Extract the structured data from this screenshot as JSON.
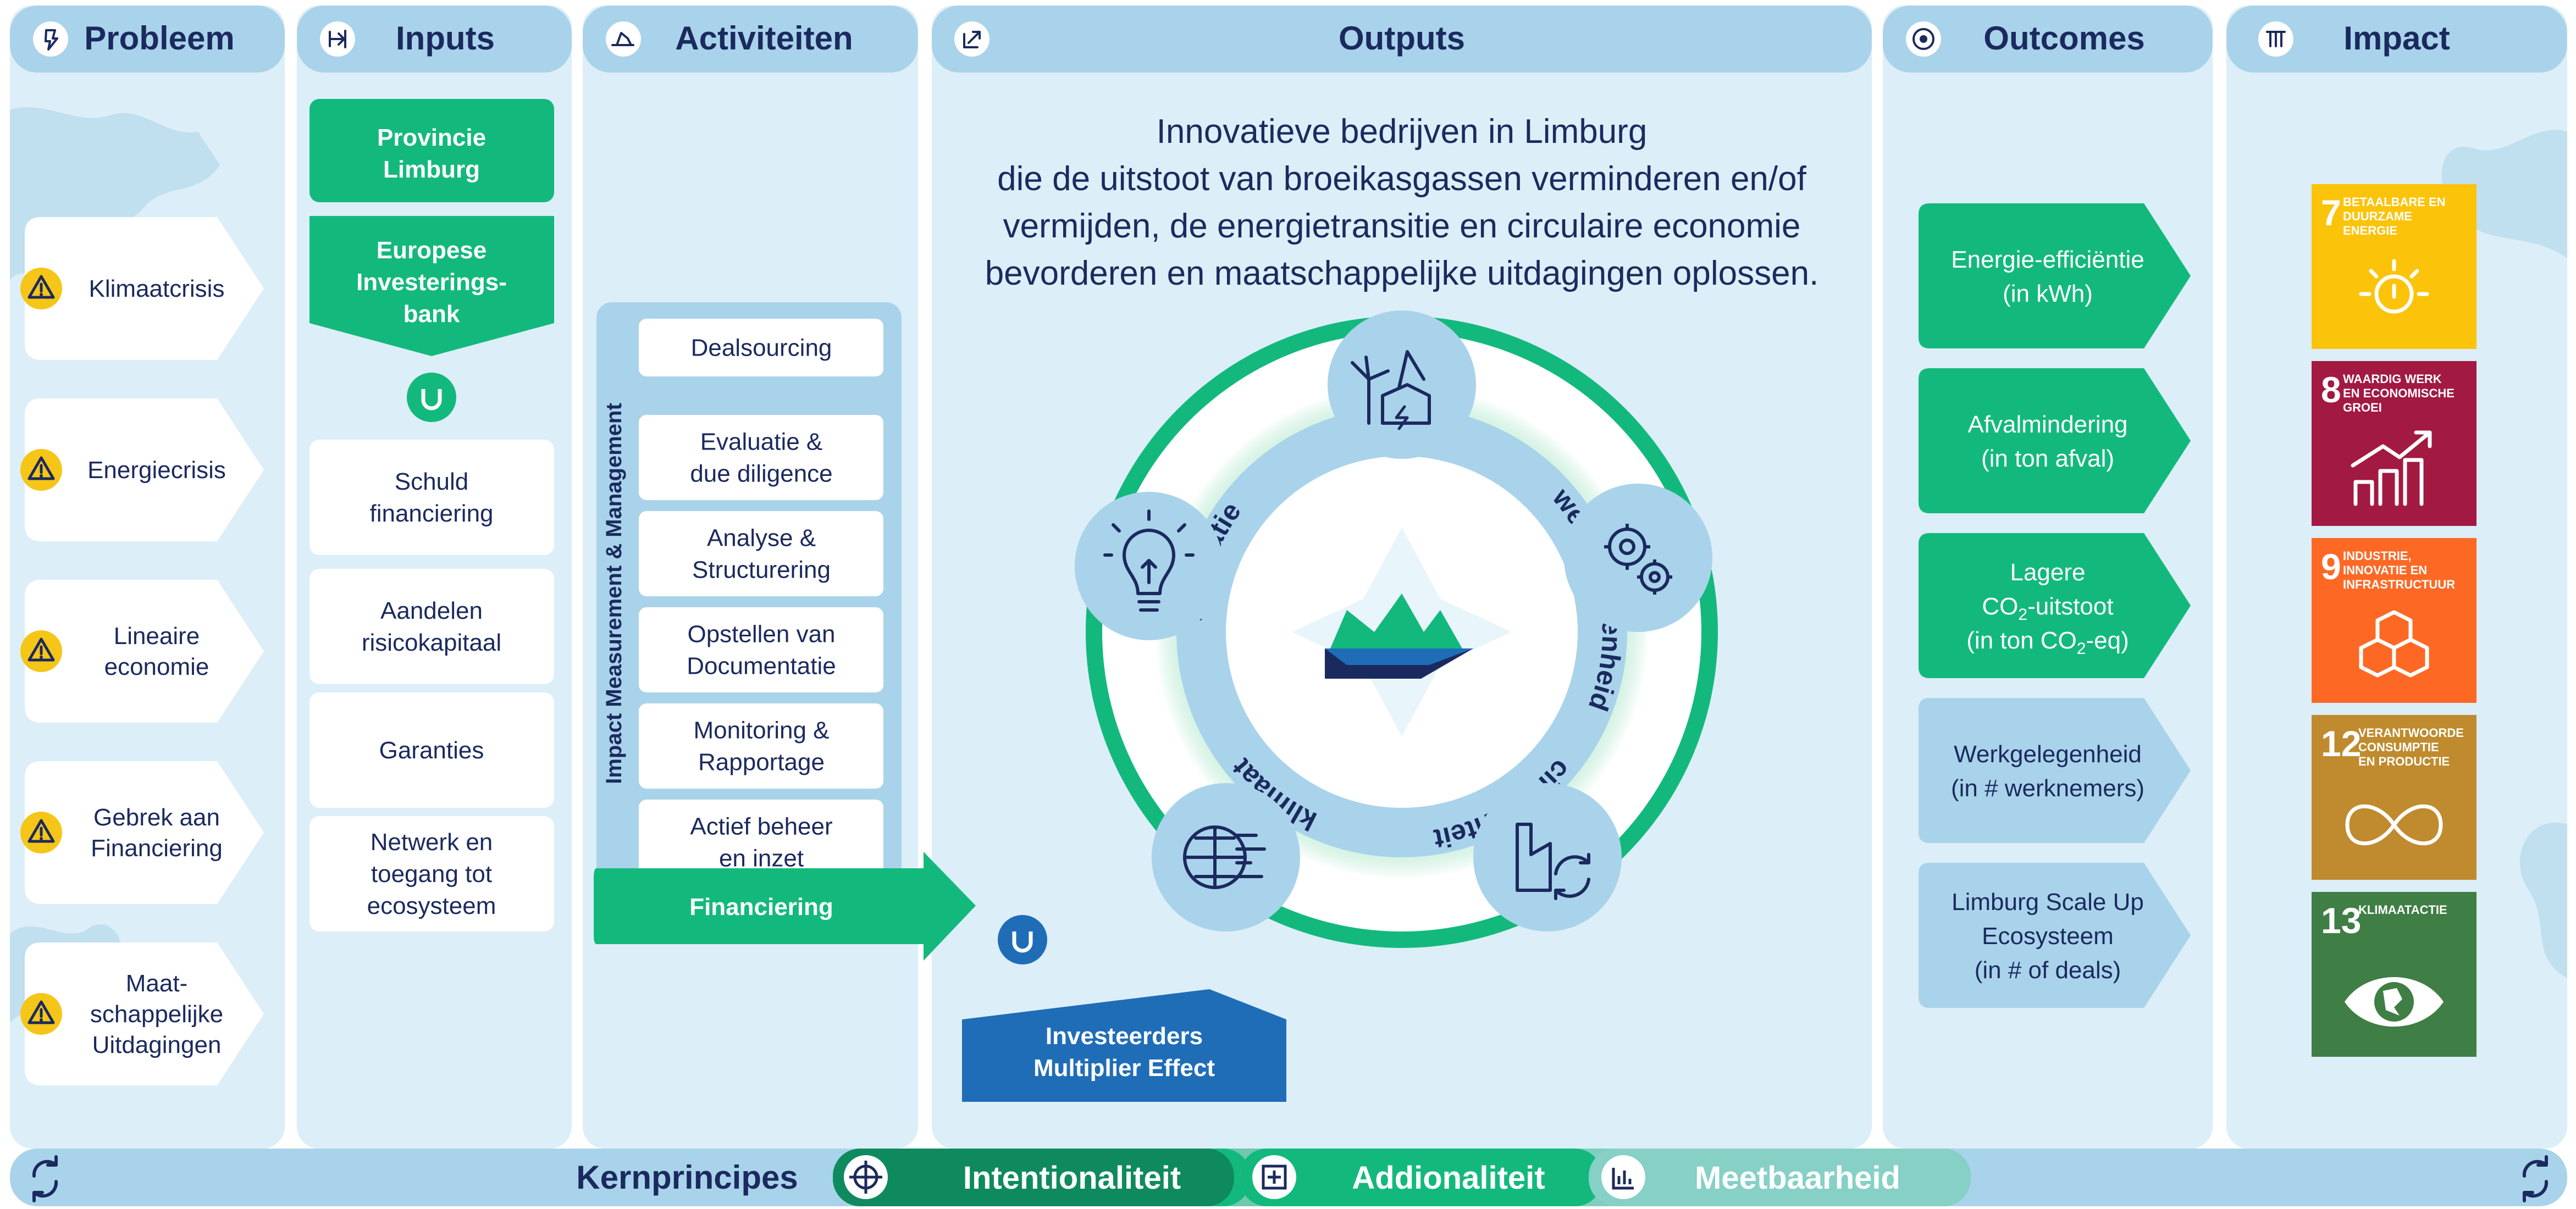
{
  "headers": {
    "probleem": "Probleem",
    "inputs": "Inputs",
    "activiteiten": "Activiteiten",
    "outputs": "Outputs",
    "outcomes": "Outcomes",
    "impact": "Impact"
  },
  "probleem": [
    "Klimaatcrisis",
    "Energiecrisis",
    "Lineaire economie",
    "Gebrek aan Financiering",
    "Maat-schappelijke Uitdagingen"
  ],
  "inputs": {
    "green": [
      "Provincie Limburg",
      "Europese Investerings-bank"
    ],
    "white": [
      "Schuld financiering",
      "Aandelen risicokapitaal",
      "Garanties",
      "Netwerk en toegang tot ecosysteem"
    ]
  },
  "activiteiten": {
    "vertical_label": "Impact Measurement & Management",
    "items": [
      "Dealsourcing",
      "Evaluatie & due diligence",
      "Analyse & Structurering",
      "Opstellen van Documentatie",
      "Monitoring & Rapportage",
      "Actief beheer en inzet"
    ],
    "financiering": "Financiering"
  },
  "outputs": {
    "text_lines": [
      "Innovatieve bedrijven in Limburg",
      "die de uitstoot van broeikasgassen verminderen en/of",
      "vermijden, de energietransitie en circulaire economie",
      "bevorderen en maatschappelijke uitdagingen oplossen."
    ],
    "wheel": [
      "energie",
      "werkgelegenheid",
      "circulariteit",
      "klimaat",
      "innovatie"
    ],
    "investeerders": "Investeerders Multiplier Effect"
  },
  "outcomes": [
    "Energie-efficiëntie (in kWh)",
    "Afvalmindering (in ton afval)",
    "Lagere CO2-uitstoot (in ton CO2-eq)",
    "Werkgelegenheid (in # werknemers)",
    "Limburg Scale Up Ecosysteem (in # of deals)"
  ],
  "impact": [
    {
      "num": "7",
      "label": "BETAALBARE EN DUURZAME ENERGIE",
      "color": "#FCC30B"
    },
    {
      "num": "8",
      "label": "WAARDIG WERK EN ECONOMISCHE GROEI",
      "color": "#A21942"
    },
    {
      "num": "9",
      "label": "INDUSTRIE, INNOVATIE EN INFRASTRUCTUUR",
      "color": "#FD6925"
    },
    {
      "num": "12",
      "label": "VERANTWOORDE CONSUMPTIE EN PRODUCTIE",
      "color": "#BF8B2E"
    },
    {
      "num": "13",
      "label": "KLIMAATACTIE",
      "color": "#3F7E44"
    }
  ],
  "footer": {
    "kernprincipes": "Kernprincipes",
    "principles": [
      "Intentionaliteit",
      "Addionaliteit",
      "Meetbaarheid"
    ]
  },
  "colors": {
    "navy": "#1B2A5E",
    "green": "#13B97C",
    "light_blue": "#A9D3EA",
    "pale_blue": "#DCEEF7",
    "dark_green": "#0E8A5E",
    "blue": "#1F6DB7"
  }
}
